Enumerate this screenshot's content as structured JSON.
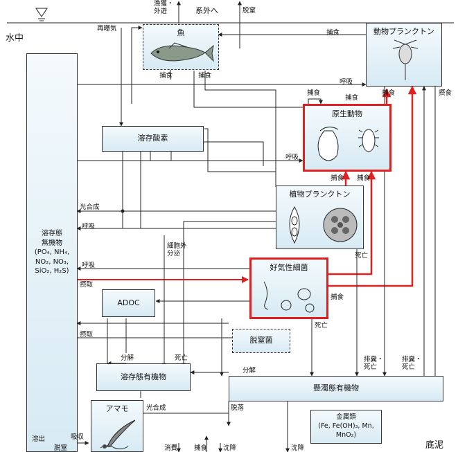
{
  "zones": {
    "water": "水中",
    "sediment": "底泥"
  },
  "boxes": {
    "fish": "魚",
    "zooplankton": "動物プランクトン",
    "protozoa": "原生動物",
    "do": "溶存酸素",
    "phytoplankton": "植物プランクトン",
    "dissolved_inorganic": "溶存態\n無機物\n(PO₄, NH₄,\nNO₂, NO₃,\nSiO₂, H₂S)",
    "aerobic_bacteria": "好気性細菌",
    "adoc": "ADOC",
    "denitrifying_bacteria": "脱窒菌",
    "dissolved_organic": "溶存態有機物",
    "particulate_organic": "懸濁態有機物",
    "metals": "金属類\n(Fe, Fe(OH)₃, Mn,\nMnO₂)",
    "eelgrass": "アマモ"
  },
  "labels": {
    "fishing_migration": "漁獲・\n外遊",
    "outflow": "系外へ",
    "denitrification": "脱窒",
    "reaeration": "再曝気",
    "predation": "捕食",
    "respiration": "呼吸",
    "ingestion": "摂食",
    "photosynthesis": "光合成",
    "exudation": "細胞外\n分泌",
    "death": "死亡",
    "uptake": "摂取",
    "decomposition": "分解",
    "excretion_death": "排糞・\n死亡",
    "sloughing": "脱落",
    "release": "溶出",
    "absorption": "吸収",
    "consumption": "消費",
    "sedimentation": "沈降"
  },
  "colors": {
    "highlight": "#e02020",
    "box_fill": "#e4f1f8",
    "line": "#222222"
  },
  "icons": [
    "water-level-icon",
    "fish-icon",
    "zooplankton-icon",
    "protozoa-icon",
    "phytoplankton-icon",
    "bacteria-icon",
    "eelgrass-icon"
  ]
}
